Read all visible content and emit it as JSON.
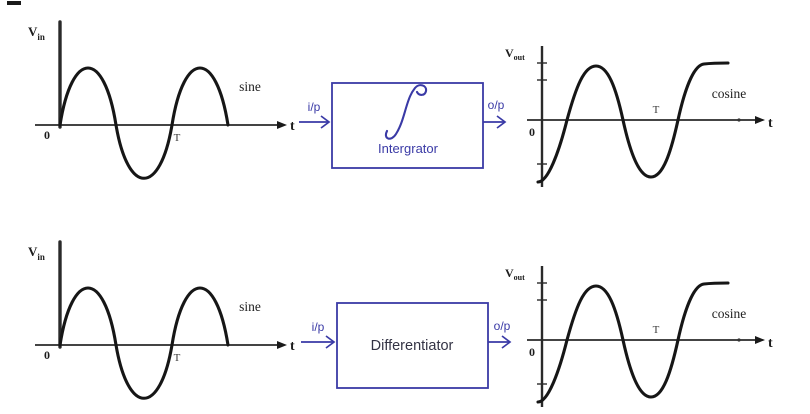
{
  "diagram": {
    "colors": {
      "accent_blue": "#3a3aa6",
      "wave": "#161616",
      "axis": "#2a2a2a",
      "differentiator_text": "#333344",
      "background": "#ffffff"
    },
    "rows": [
      {
        "name": "integrator-row",
        "input_graph": {
          "v_label": "V",
          "v_sub": "in",
          "origin": "0",
          "period": "T",
          "t_label": "t",
          "wave_name": "sine",
          "wave_type": "sine"
        },
        "block": {
          "label": "Intergrator",
          "symbol": "integral-sign",
          "input_label": "i/p",
          "output_label": "o/p"
        },
        "output_graph": {
          "v_label": "V",
          "v_sub": "out",
          "origin": "0",
          "period": "T",
          "t_label": "t",
          "wave_name": "cosine",
          "wave_type": "negative-cosine"
        }
      },
      {
        "name": "differentiator-row",
        "input_graph": {
          "v_label": "V",
          "v_sub": "in",
          "origin": "0",
          "period": "T",
          "t_label": "t",
          "wave_name": "sine",
          "wave_type": "sine"
        },
        "block": {
          "label": "Differentiator",
          "symbol": "none",
          "input_label": "i/p",
          "output_label": "o/p"
        },
        "output_graph": {
          "v_label": "V",
          "v_sub": "out",
          "origin": "0",
          "period": "T",
          "t_label": "t",
          "wave_name": "cosine",
          "wave_type": "negative-cosine"
        }
      }
    ]
  }
}
